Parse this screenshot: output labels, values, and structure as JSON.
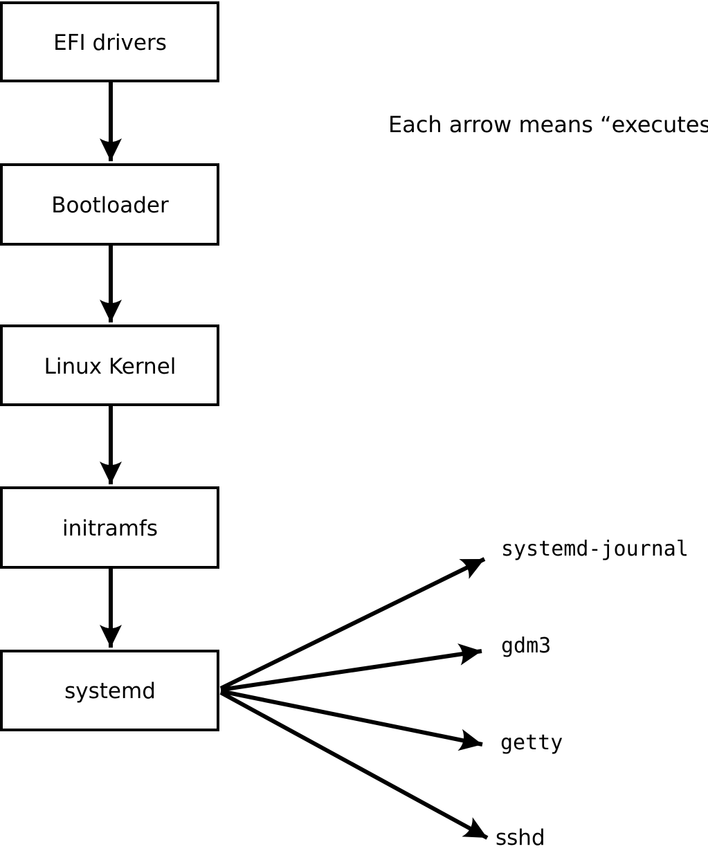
{
  "note": {
    "text": "Each arrow means “executes”."
  },
  "flow": {
    "nodes": [
      {
        "label": "EFI drivers"
      },
      {
        "label": "Bootloader"
      },
      {
        "label": "Linux Kernel"
      },
      {
        "label": "initramfs"
      },
      {
        "label": "systemd"
      }
    ]
  },
  "spawned": [
    {
      "label": "systemd-journal"
    },
    {
      "label": "gdm3"
    },
    {
      "label": "getty"
    },
    {
      "label": "sshd"
    }
  ],
  "colors": {
    "line": "#000000",
    "box_fill": "#ffffff",
    "background": "#ffffff",
    "text": "#000000"
  }
}
